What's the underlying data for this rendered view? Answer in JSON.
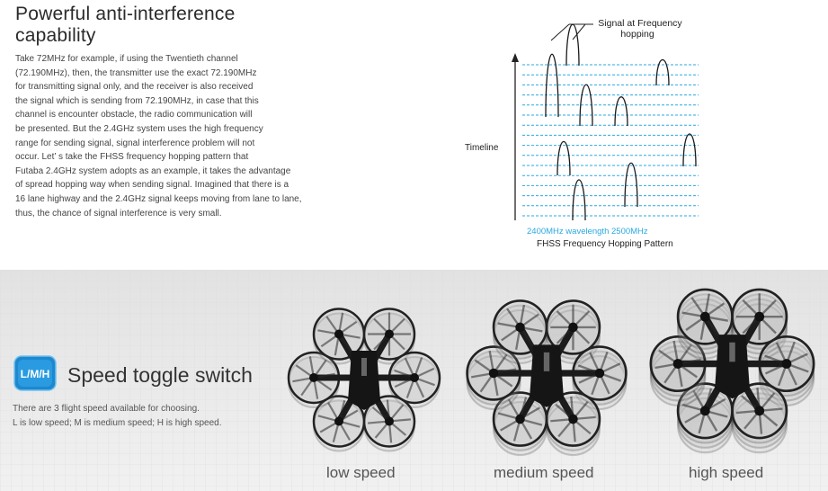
{
  "anti": {
    "title_lines": [
      "Powerful anti-interference",
      "capability"
    ],
    "paragraph_lines": [
      "Take 72MHz for example, if using the Twentieth channel",
      "(72.190MHz), then, the transmitter use the exact 72.190MHz",
      "for transmitting signal only, and the receiver is also received",
      "the signal which is sending from 72.190MHz, in case that this",
      "channel is encounter obstacle, the radio communication will",
      "be presented. But the 2.4GHz system uses the high frequency",
      "range for sending signal, signal interference problem will not",
      "occur. Let’ s take the FHSS frequency hopping pattern that",
      "Futaba 2.4GHz system adopts as an example, it takes the advantage",
      "of spread hopping way when sending signal. Imagined that there is a",
      "16 lane highway and the 2.4GHz signal keeps moving from lane to lane,",
      "thus, the chance of signal interference is very small."
    ]
  },
  "fhss": {
    "annotation_lines": [
      "Signal at Frequency",
      "hopping"
    ],
    "y_label": "Timeline",
    "x_label": "2400MHz  wavelength 2500MHz",
    "caption": "FHSS Frequency Hopping Pattern",
    "accent_color": "#29a9e0"
  },
  "speed": {
    "icon_text": "L/M/H",
    "title": "Speed toggle switch",
    "desc_lines": [
      "There are 3 flight speed available for choosing.",
      "L is low speed; M is medium speed; H is high speed."
    ],
    "labels": [
      "low speed",
      "medium speed",
      "high speed"
    ]
  }
}
